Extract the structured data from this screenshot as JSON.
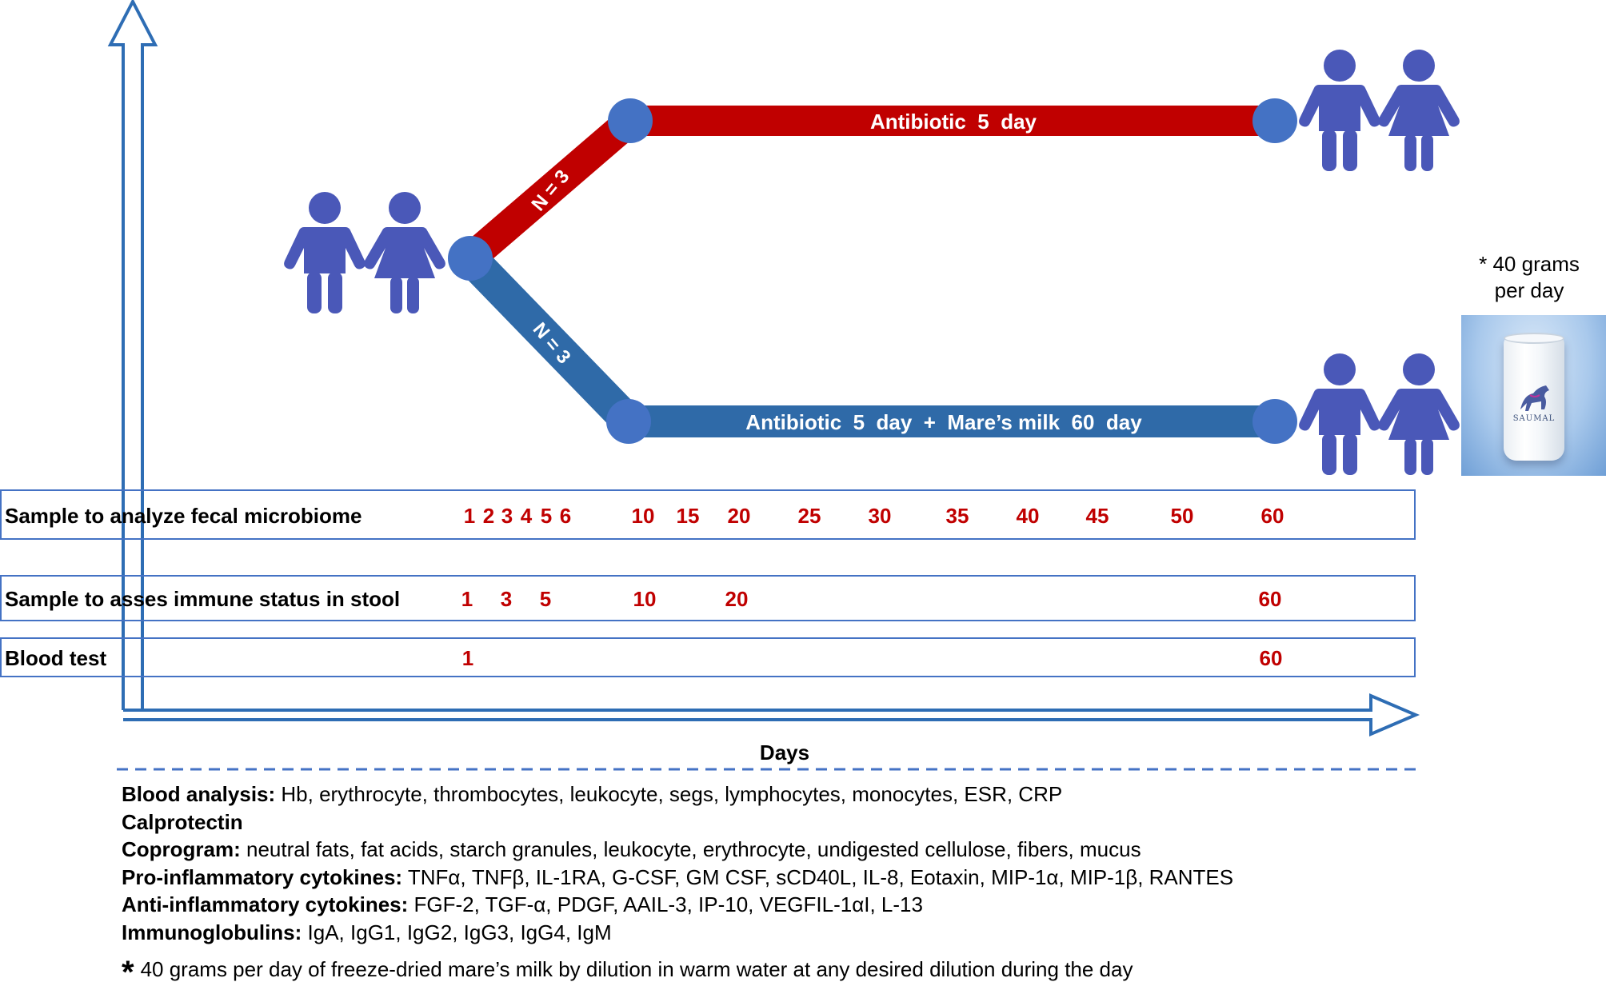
{
  "colors": {
    "axis": "#2e6db4",
    "red_branch": "#c00000",
    "blue_branch": "#2f6aa8",
    "node": "#4472c4",
    "person": "#4a58b8",
    "day_number": "#c00000",
    "box_border": "#4472c4"
  },
  "icons": {
    "person_boy": "boy-figure-icon",
    "person_girl": "girl-figure-icon",
    "milk": "milk-glass-photo"
  },
  "branches": {
    "top": {
      "label": "Antibiotic  5  day",
      "n": "N = 3"
    },
    "bottom": {
      "label": "Antibiotic  5  day  +  Mare’s milk  60  day",
      "n": "N = 3"
    }
  },
  "milk_note": {
    "line1": "* 40 grams",
    "line2": "per day",
    "brand": "SAUMAL"
  },
  "rows": [
    {
      "label": "Sample to analyze fecal microbiome",
      "days": [
        "1",
        "2",
        "3",
        "4",
        "5",
        "6",
        "10",
        "15",
        "20",
        "25",
        "30",
        "35",
        "40",
        "45",
        "50",
        "60"
      ]
    },
    {
      "label": "Sample to asses immune status in stool",
      "days": [
        "1",
        "3",
        "5",
        "10",
        "20",
        "60"
      ]
    },
    {
      "label": "Blood test",
      "days": [
        "1",
        "60"
      ]
    }
  ],
  "x_axis_label": "Days",
  "legend": {
    "blood": {
      "key": "Blood analysis:",
      "value": " Hb, erythrocyte, thrombocytes, leukocyte, segs, lymphocytes, monocytes, ESR, CRP"
    },
    "calprotectin": {
      "key": "Calprotectin"
    },
    "coprogram": {
      "key": "Coprogram:",
      "value": " neutral fats, fat acids, starch granules, leukocyte, erythrocyte, undigested cellulose, fibers, mucus"
    },
    "pro": {
      "key": "Pro-inflammatory cytokines:",
      "value": " TNFα, TNFβ, IL-1RA, G-CSF, GM CSF, sCD40L, IL-8, Eotaxin, MIP-1α, MIP-1β, RANTES"
    },
    "anti": {
      "key": "Anti-inflammatory cytokines:",
      "value": " FGF-2, TGF-α, PDGF, AAIL-3, IP-10, VEGFIL-1αI, L-13"
    },
    "immuno": {
      "key": "Immunoglobulins:",
      "value": " IgA, IgG1, IgG2, IgG3, IgG4, IgM"
    }
  },
  "footnote": {
    "star": "*",
    "text": "40 grams per day of freeze-dried mare’s milk by dilution in warm water at any desired dilution during the day"
  }
}
